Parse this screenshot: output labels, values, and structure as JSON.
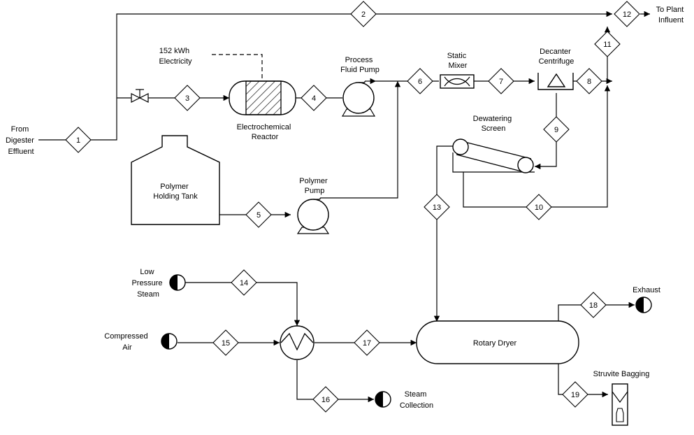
{
  "labels": {
    "from_digester": [
      "From",
      "Digester",
      "Effluent"
    ],
    "to_plant": [
      "To Plant",
      "Influent"
    ],
    "electricity": [
      "152 kWh",
      "Electricity"
    ],
    "electrochemical_reactor": [
      "Electrochemical",
      "Reactor"
    ],
    "process_fluid_pump": [
      "Process",
      "Fluid Pump"
    ],
    "static_mixer": [
      "Static",
      "Mixer"
    ],
    "decanter_centrifuge": [
      "Decanter",
      "Centrifuge"
    ],
    "dewatering_screen": [
      "Dewatering",
      "Screen"
    ],
    "polymer_holding_tank": [
      "Polymer",
      "Holding Tank"
    ],
    "polymer_pump": [
      "Polymer",
      "Pump"
    ],
    "low_pressure_steam": [
      "Low",
      "Pressure",
      "Steam"
    ],
    "compressed_air": [
      "Compressed",
      "Air"
    ],
    "rotary_dryer": "Rotary Dryer",
    "exhaust": "Exhaust",
    "struvite_bagging": "Struvite Bagging",
    "steam_collection": [
      "Steam",
      "Collection"
    ]
  },
  "streams": [
    "1",
    "2",
    "3",
    "4",
    "5",
    "6",
    "7",
    "8",
    "9",
    "10",
    "11",
    "12",
    "13",
    "14",
    "15",
    "16",
    "17",
    "18",
    "19"
  ]
}
